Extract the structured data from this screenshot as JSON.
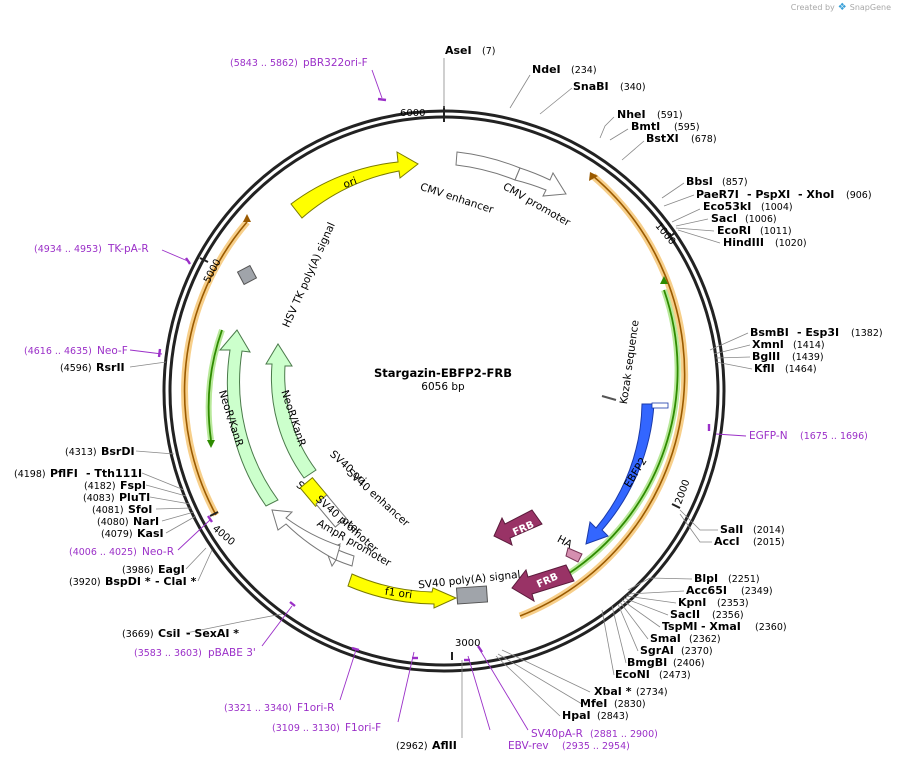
{
  "brand": {
    "created_by": "Created by",
    "app": "SnapGene"
  },
  "plasmid": {
    "name": "Stargazin-EBFP2-FRB",
    "size": "6056 bp"
  },
  "ticks": [
    "1000",
    "2000",
    "3000",
    "4000",
    "5000",
    "6000"
  ],
  "features": {
    "ori": "ori",
    "cmv_enhancer": "CMV enhancer",
    "cmv_promoter": "CMV promoter",
    "kozak": "Kozak sequence",
    "ebfp2": "EBFP2",
    "ha": "HA",
    "frb_outer": "FRB",
    "frb_inner": "FRB",
    "sv40_polya": "SV40 poly(A) signal",
    "f1_ori": "f1 ori",
    "ampr_promoter": "AmpR promoter",
    "sv40_promoter_outer": "SV40 promoter",
    "sv40_promoter_inner": "SV40 promoter",
    "sv40_ori": "SV40 ori",
    "sv40_enhancer": "SV40 enhancer",
    "neor_outer": "NeoR/KanR",
    "neor_inner": "NeoR/KanR",
    "hsv_tk": "HSV TK poly(A) signal",
    "colors": {
      "ori": "#ffff00",
      "ebfp2": "#3366ff",
      "frb": "#993366",
      "neor": "#ccffcc",
      "orange": "#f2a330",
      "green": "#2e8b00",
      "gray": "#a0a4aa"
    }
  },
  "sites": [
    {
      "name": "AseI",
      "pos": "(7)"
    },
    {
      "name": "NdeI",
      "pos": "(234)"
    },
    {
      "name": "SnaBI",
      "pos": "(340)"
    },
    {
      "name": "NheI",
      "pos": "(591)"
    },
    {
      "name": "BmtI",
      "pos": "(595)"
    },
    {
      "name": "BstXI",
      "pos": "(678)"
    },
    {
      "name": "BbsI",
      "pos": "(857)"
    },
    {
      "name": "PaeR7I",
      "pos": ""
    },
    {
      "name": "- PspXI",
      "pos": ""
    },
    {
      "name": "- XhoI",
      "pos": "(906)"
    },
    {
      "name": "Eco53kI",
      "pos": "(1004)"
    },
    {
      "name": "SacI",
      "pos": "(1006)"
    },
    {
      "name": "EcoRI",
      "pos": "(1011)"
    },
    {
      "name": "HindIII",
      "pos": "(1020)"
    },
    {
      "name": "BsmBI",
      "pos": ""
    },
    {
      "name": "- Esp3I",
      "pos": "(1382)"
    },
    {
      "name": "XmnI",
      "pos": "(1414)"
    },
    {
      "name": "BglII",
      "pos": "(1439)"
    },
    {
      "name": "KflI",
      "pos": "(1464)"
    },
    {
      "name": "SalI",
      "pos": "(2014)"
    },
    {
      "name": "AccI",
      "pos": "(2015)"
    },
    {
      "name": "BlpI",
      "pos": "(2251)"
    },
    {
      "name": "Acc65I",
      "pos": "(2349)"
    },
    {
      "name": "KpnI",
      "pos": "(2353)"
    },
    {
      "name": "SacII",
      "pos": "(2356)"
    },
    {
      "name": "TspMI",
      "pos": ""
    },
    {
      "name": "- XmaI",
      "pos": "(2360)"
    },
    {
      "name": "SmaI",
      "pos": "(2362)"
    },
    {
      "name": "SgrAI",
      "pos": "(2370)"
    },
    {
      "name": "BmgBI",
      "pos": "(2406)"
    },
    {
      "name": "EcoNI",
      "pos": "(2473)"
    },
    {
      "name": "XbaI *",
      "pos": "(2734)"
    },
    {
      "name": "MfeI",
      "pos": "(2830)"
    },
    {
      "name": "HpaI",
      "pos": "(2843)"
    },
    {
      "name": "AflII",
      "pos": "(2962)"
    },
    {
      "name": "CsiI",
      "pos": "(3669)"
    },
    {
      "name": "- SexAI *",
      "pos": ""
    },
    {
      "name": "EagI",
      "pos": "(3986)"
    },
    {
      "name": "BspDI *",
      "pos": "(3920)"
    },
    {
      "name": "- ClaI *",
      "pos": ""
    },
    {
      "name": "KasI",
      "pos": "(4079)"
    },
    {
      "name": "NarI",
      "pos": "(4080)"
    },
    {
      "name": "SfoI",
      "pos": "(4081)"
    },
    {
      "name": "PluTI",
      "pos": "(4083)"
    },
    {
      "name": "FspI",
      "pos": "(4182)"
    },
    {
      "name": "PflFI",
      "pos": "(4198)"
    },
    {
      "name": "- Tth111I",
      "pos": ""
    },
    {
      "name": "BsrDI",
      "pos": "(4313)"
    },
    {
      "name": "RsrII",
      "pos": "(4596)"
    }
  ],
  "primers": [
    {
      "name": "pBR322ori-F",
      "pos": "(5843 .. 5862)"
    },
    {
      "name": "TK-pA-R",
      "pos": "(4934 .. 4953)"
    },
    {
      "name": "Neo-F",
      "pos": "(4616 .. 4635)"
    },
    {
      "name": "Neo-R",
      "pos": "(4006 .. 4025)"
    },
    {
      "name": "pBABE 3'",
      "pos": "(3583 .. 3603)"
    },
    {
      "name": "F1ori-R",
      "pos": "(3321 .. 3340)"
    },
    {
      "name": "F1ori-F",
      "pos": "(3109 .. 3130)"
    },
    {
      "name": "EBV-rev",
      "pos": "(2935 .. 2954)"
    },
    {
      "name": "SV40pA-R",
      "pos": "(2881 .. 2900)"
    },
    {
      "name": "EGFP-N",
      "pos": "(1675 .. 1696)"
    }
  ]
}
